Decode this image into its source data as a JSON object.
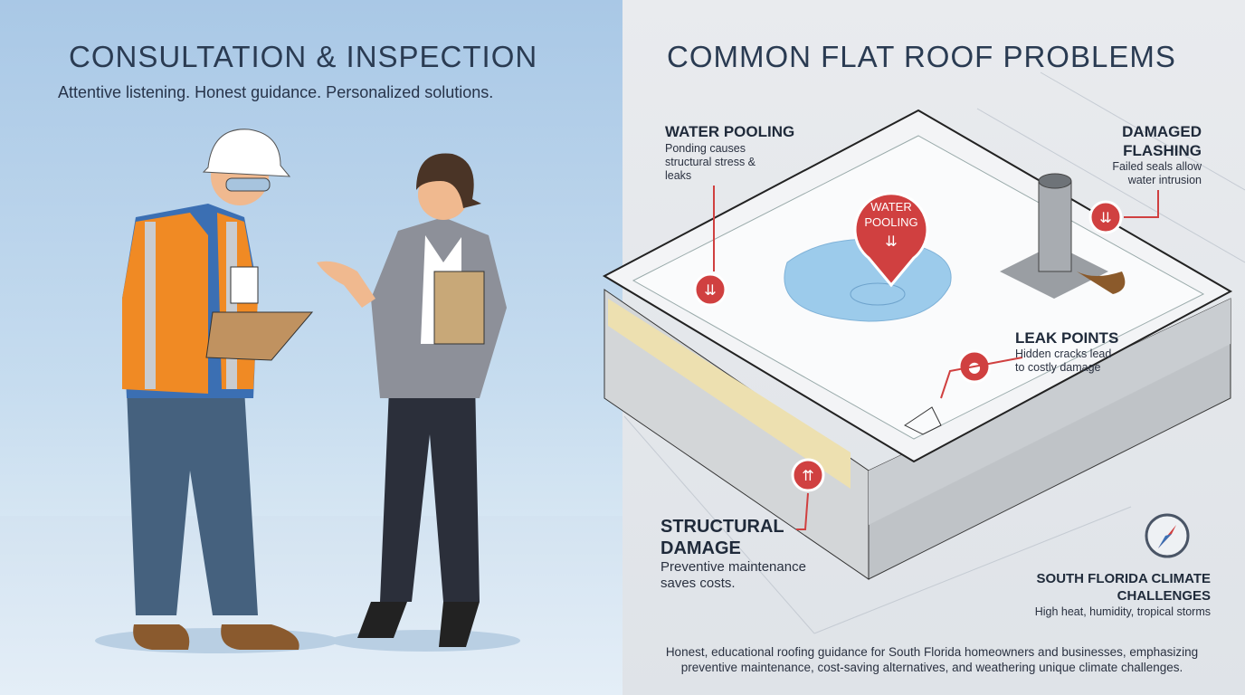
{
  "left_panel": {
    "title": "CONSULTATION & INSPECTION",
    "subtitle": "Attentive listening. Honest guidance. Personalized solutions."
  },
  "right_panel": {
    "title": "COMMON FLAT ROOF PROBLEMS",
    "callouts": [
      {
        "title": "WATER POOLING",
        "description": "Ponding causes structural stress & leaks"
      },
      {
        "title": "DAMAGED FLASHING",
        "description": "Failed seals allow water intrusion"
      },
      {
        "title": "LEAK POINTS",
        "description": "Hidden cracks lead to costly damage"
      },
      {
        "title": "STRUCTURAL DAMAGE",
        "description": "Preventive maintenance saves costs."
      },
      {
        "title": "SOUTH FLORIDA CLIMATE CHALLENGES",
        "description": "High heat, humidity, tropical storms"
      }
    ],
    "pin_label": "WATER POOLING",
    "footer": "Honest, educational roofing guidance for South Florida homeowners and businesses, emphasizing preventive maintenance, cost-saving alternatives, and weathering unique climate challenges."
  },
  "colors": {
    "accent_red": "#d04040",
    "title_navy": "#2a3b52",
    "vest_orange": "#f08a24",
    "water_blue": "#9ccbeb"
  }
}
